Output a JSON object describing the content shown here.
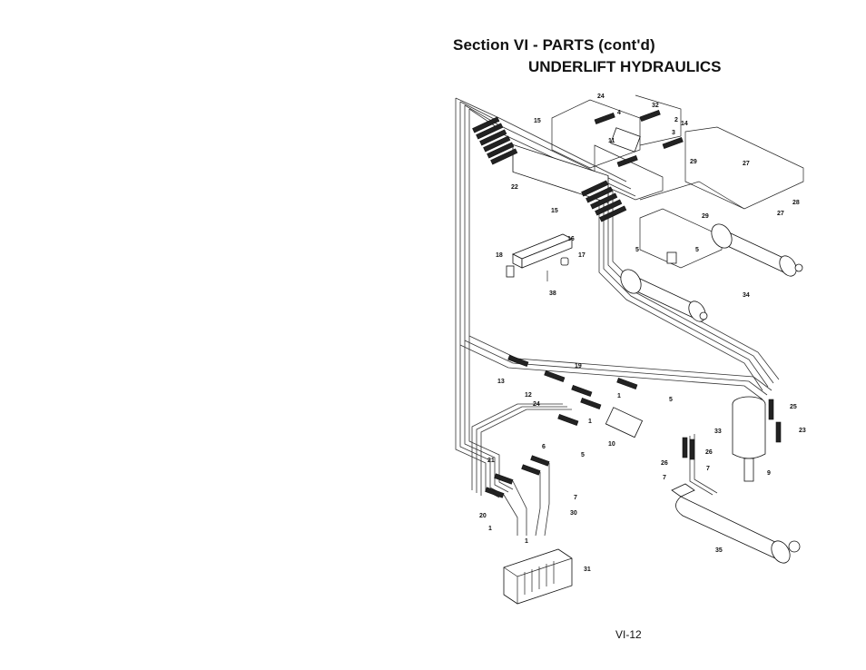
{
  "header": {
    "section_title": "Section VI - PARTS (cont'd)",
    "subtitle": "UNDERLIFT HYDRAULICS"
  },
  "footer": {
    "page_number": "VI-12"
  },
  "diagram": {
    "callouts": [
      "24",
      "32",
      "4",
      "2",
      "14",
      "3",
      "11",
      "15",
      "22",
      "15",
      "29",
      "27",
      "28",
      "27",
      "29",
      "16",
      "17",
      "18",
      "38",
      "5",
      "5",
      "34",
      "19",
      "13",
      "12",
      "24",
      "1",
      "5",
      "1",
      "10",
      "5",
      "6",
      "21",
      "7",
      "20",
      "30",
      "1",
      "1",
      "31",
      "25",
      "23",
      "33",
      "26",
      "26",
      "7",
      "7",
      "9",
      "35"
    ]
  }
}
